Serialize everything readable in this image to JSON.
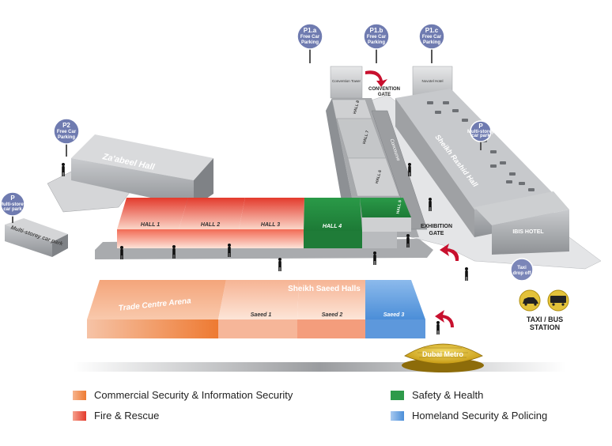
{
  "parking": [
    {
      "code": "P1.a",
      "text": "Free Car Parking"
    },
    {
      "code": "P1.b",
      "text": "Free Car Parking"
    },
    {
      "code": "P1.c",
      "text": "Free Car Parking"
    },
    {
      "code": "P2",
      "text": "Free Car Parking"
    },
    {
      "code": "P",
      "text": "Multi-storey car park"
    },
    {
      "code": "P",
      "text": "Multi-storey car park"
    }
  ],
  "buildings": {
    "zaabeel": "Za'abeel Hall",
    "multistorey": "Multi-storey car park",
    "convention_tower": "Convention Tower",
    "novotel": "Novotel Hotel",
    "convention_gate": "CONVENTION GATE",
    "hall8": "HALL 8",
    "hall7": "HALL 7",
    "hall6": "HALL 6",
    "hall5": "HALL 5",
    "concourse": "Concourse",
    "sheikh_rashid": "Sheikh Rashid Hall",
    "ibis": "IBIS HOTEL",
    "exhibition_gate": "EXHIBITION GATE",
    "taxi_dropoff": "Taxi drop off",
    "taxi_bus": "TAXI / BUS STATION",
    "dubai_metro": "Dubai Metro",
    "sheikh_saeed": "Sheikh Saeed Halls",
    "trade_centre": "Trade Centre Arena",
    "saeed1": "Saeed 1",
    "saeed2": "Saeed 2",
    "saeed3": "Saeed 3",
    "hall1": "HALL 1",
    "hall2": "HALL 2",
    "hall3": "HALL 3",
    "hall4": "HALL 4"
  },
  "legend": [
    {
      "label": "Commercial Security & Information Security",
      "color": "#ef8a4a"
    },
    {
      "label": "Fire & Rescue",
      "color": "#e8473a"
    },
    {
      "label": "Safety & Health",
      "color": "#2e9a4a"
    },
    {
      "label": "Homeland Security & Policing",
      "color": "#6ea8e0"
    }
  ]
}
